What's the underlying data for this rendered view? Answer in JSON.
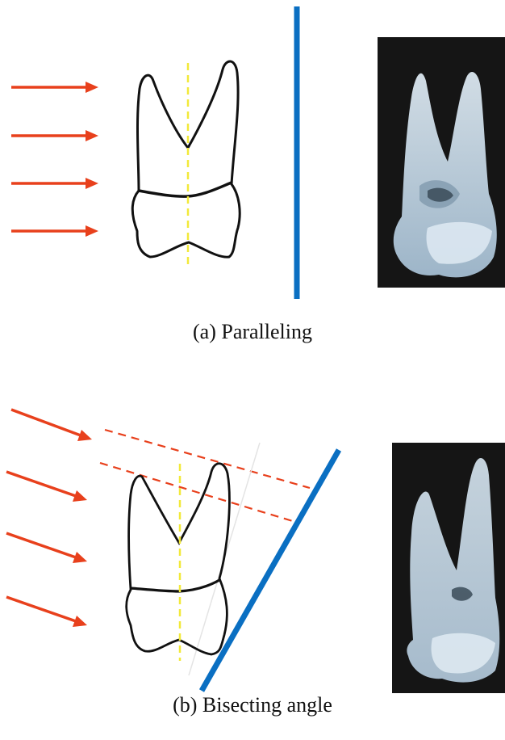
{
  "panels": [
    {
      "id": "a",
      "caption": "(a) Paralleling",
      "technique": "paralleling"
    },
    {
      "id": "b",
      "caption": "(b) Bisecting angle",
      "technique": "bisecting-angle"
    }
  ],
  "colors": {
    "xray_beam": "#e8401c",
    "film_sensor": "#0a6fc2",
    "long_axis": "#f2e93a",
    "tooth_outline": "#111111",
    "radiograph_background": "#151515",
    "radiograph_tooth": "#c9dbe9"
  },
  "icons": {
    "beam_arrows": "right-arrow-icon",
    "tooth": "molar-tooth-outline",
    "radiograph": "radiograph-image"
  }
}
